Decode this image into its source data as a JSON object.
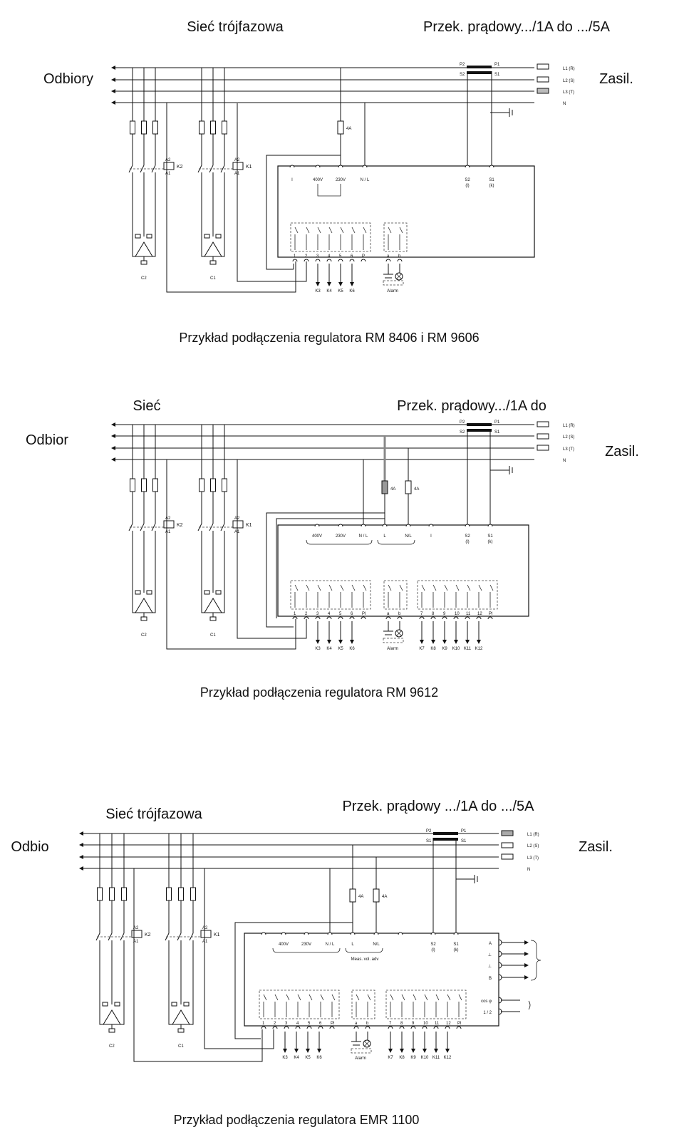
{
  "diagrams": [
    {
      "title_left": "Sieć trójfazowa",
      "title_right": "Przek. prądowy.../1A do .../5A",
      "label_left": "Odbiory",
      "label_right": "Zasil.",
      "caption": "Przykład podłączenia regulatora RM 8406 i RM 9606",
      "lines": [
        "L1 (R)",
        "L2 (S)",
        "L3 (T)",
        "N"
      ],
      "ct": [
        "P2",
        "P1",
        "S2",
        "S1"
      ],
      "fuse": "4A",
      "terminals": [
        "I",
        "400V",
        "230V",
        "N / L",
        "S2\n(l)",
        "S1\n(k)"
      ],
      "relays": [
        "1",
        "2",
        "3",
        "4",
        "5",
        "6",
        "P"
      ],
      "alarm_relays": [
        "a",
        "b"
      ],
      "outputs": [
        "K3",
        "K4",
        "K5",
        "K6"
      ],
      "alarm": "Alarm",
      "contactors": [
        "K2",
        "K1"
      ],
      "caps": [
        "C2",
        "C1"
      ]
    },
    {
      "title_left": "Sieć",
      "title_right": "Przek. prądowy.../1A do",
      "label_left": "Odbior",
      "label_right": "Zasil.",
      "caption": "Przykład podłączenia regulatora RM 9612",
      "lines": [
        "L1 (R)",
        "L2 (S)",
        "L3 (T)",
        "N"
      ],
      "ct": [
        "P2",
        "P1",
        "S2",
        "S1"
      ],
      "fuses": [
        "4A",
        "4A"
      ],
      "terminals": [
        "400V",
        "230V",
        "N / L",
        "L",
        "N/L",
        "I",
        "S2\n(l)",
        "S1\n(k)"
      ],
      "relays": [
        "1",
        "2",
        "3",
        "4",
        "5",
        "6",
        "Pl"
      ],
      "alarm_relays": [
        "a",
        "b"
      ],
      "relays2": [
        "7",
        "8",
        "9",
        "10",
        "11",
        "12",
        "Pl"
      ],
      "outputs": [
        "K3",
        "K4",
        "K5",
        "K6"
      ],
      "outputs2": [
        "K7",
        "K8",
        "K9",
        "K10",
        "K11",
        "K12"
      ],
      "alarm": "Alarm",
      "contactors": [
        "K2",
        "K1"
      ],
      "caps": [
        "C2",
        "C1"
      ]
    },
    {
      "title_left": "Sieć trójfazowa",
      "title_right": "Przek. prądowy .../1A do .../5A",
      "label_left": "Odbio",
      "label_right": "Zasil.",
      "caption": "Przykład podłączenia regulatora EMR 1100",
      "lines": [
        "L1 (R)",
        "L2 (S)",
        "L3 (T)",
        "N"
      ],
      "ct": [
        "P2",
        "P1",
        "S1",
        "S1"
      ],
      "fuses": [
        "4A",
        "4A"
      ],
      "terminals": [
        "400V",
        "230V",
        "N / L",
        "L",
        "N/L",
        "S2\n(l)",
        "S1\n(k)"
      ],
      "meas": "Meas. vol. adv",
      "relays": [
        "1",
        "2",
        "3",
        "4",
        "5",
        "6",
        "Pl"
      ],
      "alarm_relays": [
        "a",
        "b"
      ],
      "relays2": [
        "7",
        "8",
        "9",
        "10",
        "11",
        "12",
        "Pl"
      ],
      "outputs": [
        "K3",
        "K4",
        "K5",
        "K6"
      ],
      "outputs2": [
        "K7",
        "K8",
        "K9",
        "K10",
        "K11",
        "K12"
      ],
      "alarm": "Alarm",
      "contactors": [
        "K2",
        "K1"
      ],
      "caps": [
        "C2",
        "C1"
      ],
      "right_terminals": [
        "A",
        "⊥",
        "⊥",
        "B",
        "cos φ",
        "1 / 2"
      ]
    }
  ]
}
